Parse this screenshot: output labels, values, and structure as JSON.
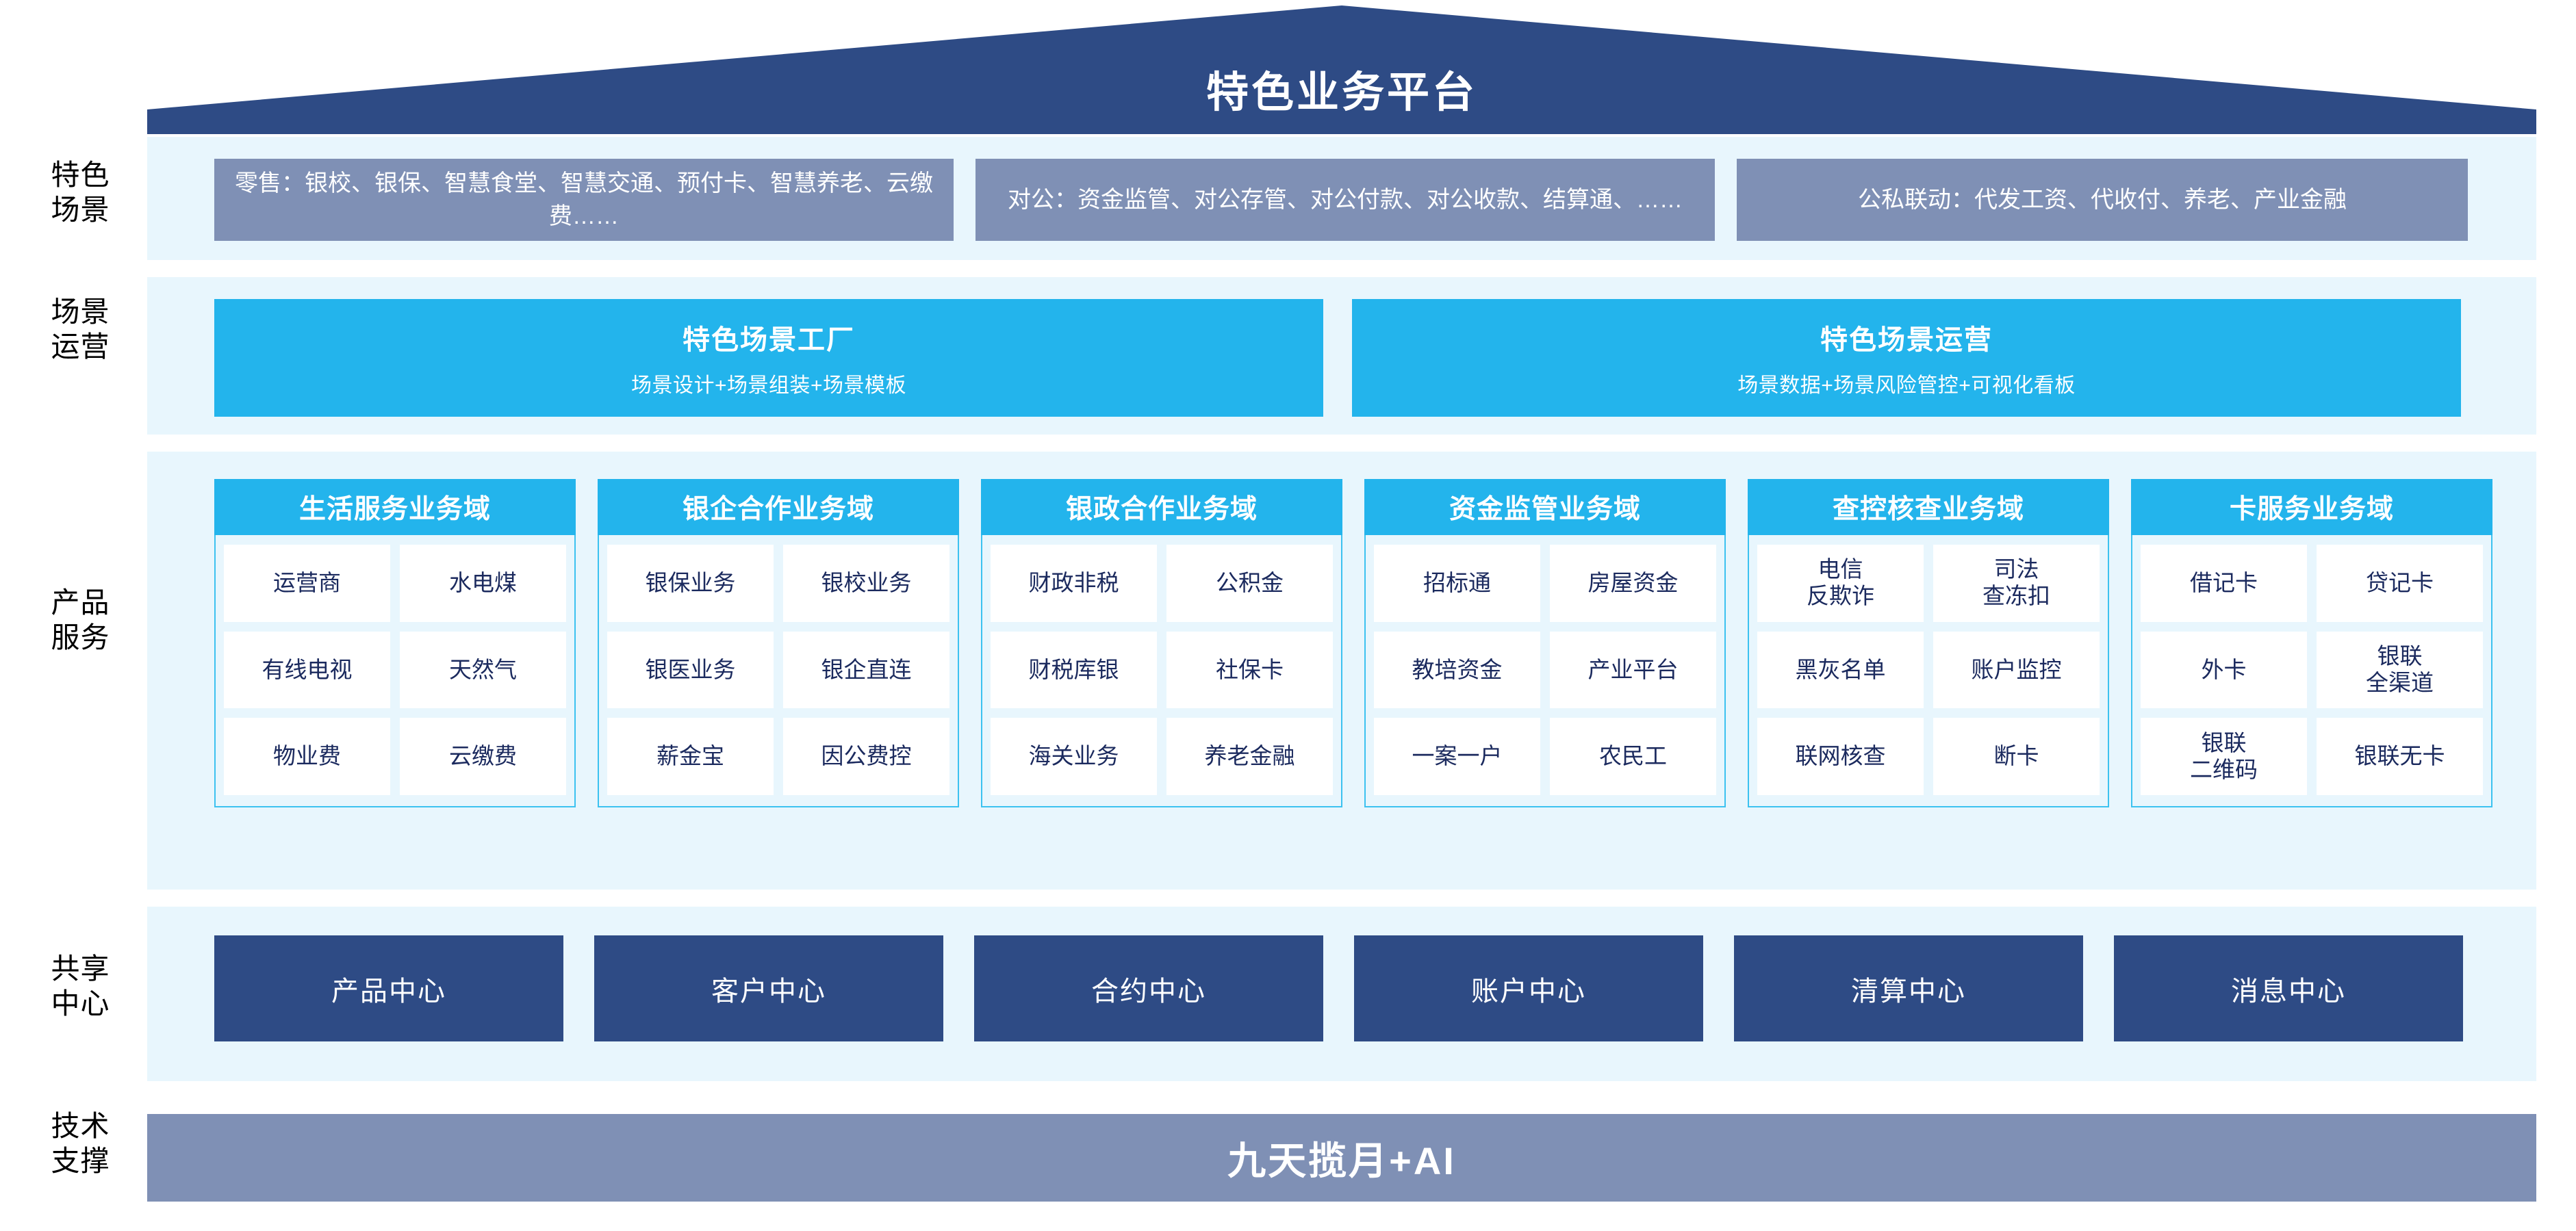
{
  "title": "特色业务平台",
  "colors": {
    "roof_navy": "#2e4b85",
    "scene_gray_blue": "#7f90b5",
    "cyan": "#23b4ec",
    "panel_light": "#e8f6fd",
    "cell_white": "#ffffff",
    "text_navy": "#1b2a5e",
    "center_navy": "#2e4b85"
  },
  "rows": {
    "scene": {
      "label": "特色\n场景"
    },
    "operation": {
      "label": "场景\n运营"
    },
    "product": {
      "label": "产品\n服务"
    },
    "shared": {
      "label": "共享\n中心"
    },
    "tech": {
      "label": "技术\n支撑"
    }
  },
  "scenes": [
    {
      "name": "retail",
      "text": "零售：银校、银保、智慧食堂、智慧交通、预付卡、智慧养老、云缴费……"
    },
    {
      "name": "corporate",
      "text": "对公：资金监管、对公存管、对公付款、对公收款、结算通、……"
    },
    {
      "name": "public-private",
      "text": "公私联动：代发工资、代收付、养老、产业金融"
    }
  ],
  "operations": [
    {
      "name": "scene-factory",
      "title": "特色场景工厂",
      "subtitle": "场景设计+场景组装+场景模板"
    },
    {
      "name": "scene-operation",
      "title": "特色场景运营",
      "subtitle": "场景数据+场景风险管控+可视化看板"
    }
  ],
  "domains": [
    {
      "name": "life-service",
      "title": "生活服务业务域",
      "items": [
        "运营商",
        "水电煤",
        "有线电视",
        "天然气",
        "物业费",
        "云缴费"
      ]
    },
    {
      "name": "bank-enterprise",
      "title": "银企合作业务域",
      "items": [
        "银保业务",
        "银校业务",
        "银医业务",
        "银企直连",
        "薪金宝",
        "因公费控"
      ]
    },
    {
      "name": "bank-government",
      "title": "银政合作业务域",
      "items": [
        "财政非税",
        "公积金",
        "财税库银",
        "社保卡",
        "海关业务",
        "养老金融"
      ]
    },
    {
      "name": "fund-supervision",
      "title": "资金监管业务域",
      "items": [
        "招标通",
        "房屋资金",
        "教培资金",
        "产业平台",
        "一案一户",
        "农民工"
      ]
    },
    {
      "name": "inquiry-control",
      "title": "查控核查业务域",
      "items": [
        "电信\n反欺诈",
        "司法\n查冻扣",
        "黑灰名单",
        "账户监控",
        "联网核查",
        "断卡"
      ]
    },
    {
      "name": "card-service",
      "title": "卡服务业务域",
      "items": [
        "借记卡",
        "贷记卡",
        "外卡",
        "银联\n全渠道",
        "银联\n二维码",
        "银联无卡"
      ]
    }
  ],
  "shared_centers": [
    {
      "name": "product-center",
      "label": "产品中心"
    },
    {
      "name": "customer-center",
      "label": "客户中心"
    },
    {
      "name": "contract-center",
      "label": "合约中心"
    },
    {
      "name": "account-center",
      "label": "账户中心"
    },
    {
      "name": "clearing-center",
      "label": "清算中心"
    },
    {
      "name": "message-center",
      "label": "消息中心"
    }
  ],
  "tech_support": {
    "label": "九天揽月+AI"
  }
}
